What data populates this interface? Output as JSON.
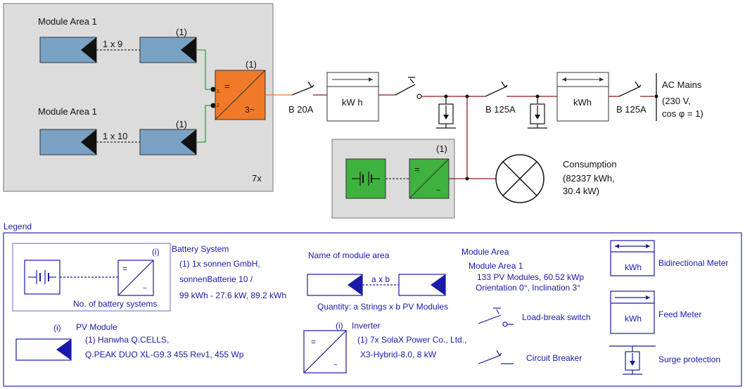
{
  "diagram": {
    "module_area_top": "Module Area 1",
    "module_area_bottom": "Module Area 1",
    "string_top": "1 x 9",
    "string_bottom": "1 x 10",
    "qty_marker": "(1)",
    "multiplier": "7x",
    "inverter_eq": "=",
    "inverter_ac": "3~",
    "input1": "1",
    "input2": "2",
    "breaker_1": "B 20A",
    "breaker_2": "B 125A",
    "breaker_3": "B 125A",
    "meter_feed": "kW h",
    "meter_bidir": "kWh",
    "ac_mains": [
      "AC Mains",
      "(230 V,",
      "cos φ = 1)"
    ],
    "consumption": [
      "Consumption",
      "(82337 kWh,",
      "30.4 kW)"
    ]
  },
  "legend": {
    "title": "Legend",
    "battery_system": {
      "title": "Battery System",
      "lines": [
        "(1) 1x sonnen GmbH,",
        "sonnenBatterie 10 /",
        "99 kWh - 27.6 kW, 89.2 kWh"
      ],
      "marker": "(i)",
      "caption": "No. of battery systems"
    },
    "module_name": {
      "title": "Name of module area",
      "axb": "a x b",
      "caption": "Quantity: a Strings x b PV Modules"
    },
    "module_area": {
      "title": "Module Area",
      "lines": [
        "Module Area 1",
        "133 PV Modules, 60.52 kWp",
        "Orientation 0°, Inclination 3°"
      ]
    },
    "pv_module": {
      "marker": "(i)",
      "title": "PV Module",
      "lines": [
        "(1) Hanwha Q.CELLS,",
        "Q.PEAK DUO XL-G9.3 455 Rev1, 455 Wp"
      ]
    },
    "inverter": {
      "marker": "(i)",
      "title": "Inverter",
      "lines": [
        "(1) 7x SolaX Power Co., Ltd.,",
        "X3-Hybrid-8.0, 8 kW"
      ]
    },
    "load_break": "Load-break switch",
    "circuit_breaker": "Circuit Breaker",
    "bidir_meter": "Bidirectional Meter",
    "feed_meter": "Feed Meter",
    "surge": "Surge protection",
    "kwh": "kWh"
  }
}
